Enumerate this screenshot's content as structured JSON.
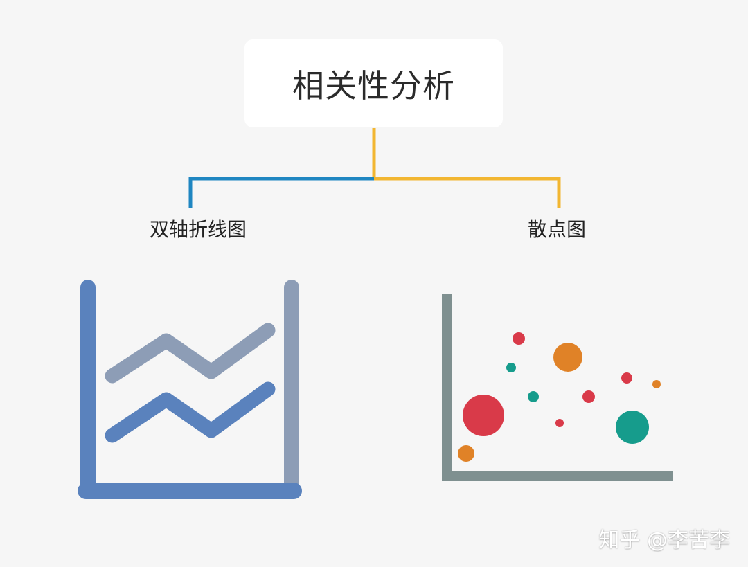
{
  "root": {
    "title": "相关性分析"
  },
  "branches": [
    {
      "label": "双轴折线图",
      "color": "#1f86c1",
      "icon": "dual-axis-line-chart-icon"
    },
    {
      "label": "散点图",
      "color": "#f2b631",
      "icon": "scatter-plot-icon"
    }
  ],
  "icon_colors": {
    "dual_axis_primary": "#5a82bd",
    "dual_axis_secondary": "#8d9db6",
    "scatter_axis": "#7f9090",
    "scatter_red": "#d93a49",
    "scatter_orange": "#e08227",
    "scatter_teal": "#169c8c"
  },
  "watermark": {
    "text": "知乎 @李苦李"
  }
}
